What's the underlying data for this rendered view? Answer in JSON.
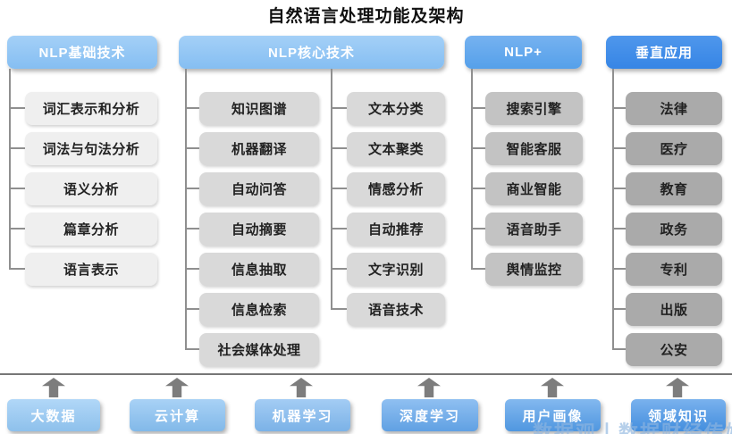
{
  "title": "自然语言处理功能及架构",
  "columns": [
    {
      "header": "NLP基础技术",
      "items": [
        "词汇表示和分析",
        "词法与句法分析",
        "语义分析",
        "篇章分析",
        "语言表示"
      ]
    },
    {
      "header": "NLP核心技术",
      "items_left": [
        "知识图谱",
        "机器翻译",
        "自动问答",
        "自动摘要",
        "信息抽取",
        "信息检索",
        "社会媒体处理"
      ],
      "items_right": [
        "文本分类",
        "文本聚类",
        "情感分析",
        "自动推荐",
        "文字识别",
        "语音技术"
      ]
    },
    {
      "header": "NLP+",
      "items": [
        "搜索引擎",
        "智能客服",
        "商业智能",
        "语音助手",
        "舆情监控"
      ]
    },
    {
      "header": "垂直应用",
      "items": [
        "法律",
        "医疗",
        "教育",
        "政务",
        "专利",
        "出版",
        "公安"
      ]
    }
  ],
  "foundation": [
    "大数据",
    "云计算",
    "机器学习",
    "深度学习",
    "用户画像",
    "领域知识"
  ],
  "watermark": "数据观丨数据财经传媒",
  "colors": {
    "header_light_blue": "#8ec4f3",
    "header_medium_blue": "#5ea5ec",
    "header_dark_blue": "#3d8ce8",
    "tier1_gray": "#efefef",
    "tier2_gray": "#d9d9d9",
    "tier3_gray": "#c3c3c3",
    "tier4_gray": "#aaaaaa",
    "connector_gray": "#8f8f8f",
    "arrow_gray": "#7d7d7d",
    "foundation_blues": [
      "#93c8f5",
      "#87c0f2",
      "#80b9f0",
      "#64a7ec",
      "#539de9",
      "#4694e7"
    ]
  }
}
